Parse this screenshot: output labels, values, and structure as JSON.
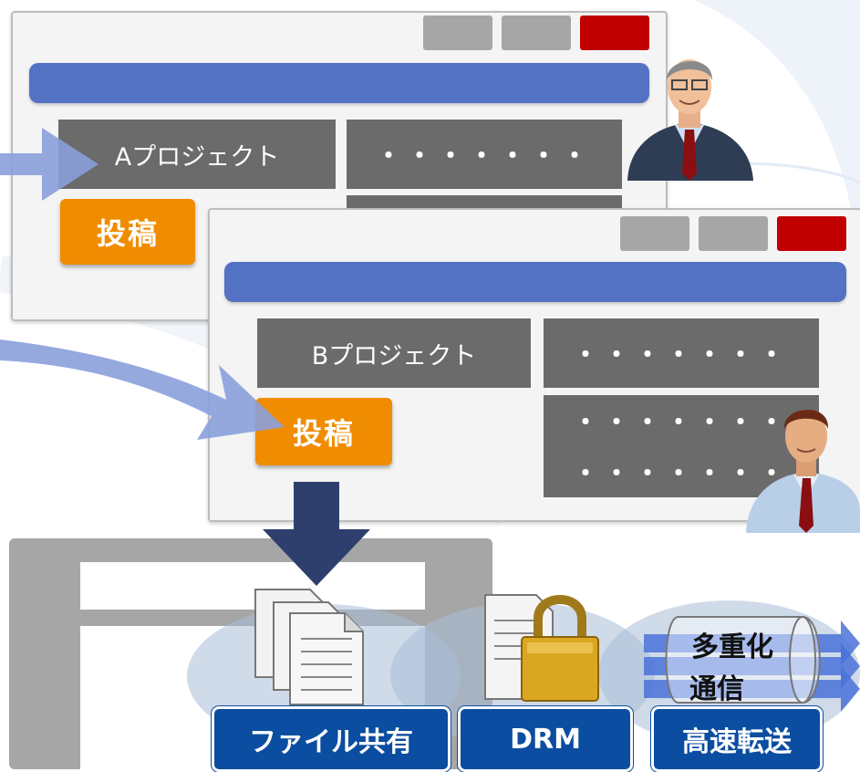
{
  "window_a": {
    "project_label": "Aプロジェクト",
    "dots": "・・・・・・・",
    "post_label": "投稿"
  },
  "window_b": {
    "project_label": "Bプロジェクト",
    "dots": [
      "・・・・・・・",
      "・・・・・・・",
      "・・・・・・・"
    ],
    "post_label": "投稿"
  },
  "features": {
    "multiplex_line1": "多重化",
    "multiplex_line2": "通信",
    "labels": [
      "ファイル共有",
      "DRM",
      "高速転送"
    ]
  },
  "colors": {
    "titlebar": "#5472c4",
    "post_button": "#f08c00",
    "close_button": "#c00000",
    "label_box": "#0b4da0",
    "down_arrow": "#2e3f6e",
    "flow_arrow": "#8aa0dc"
  }
}
